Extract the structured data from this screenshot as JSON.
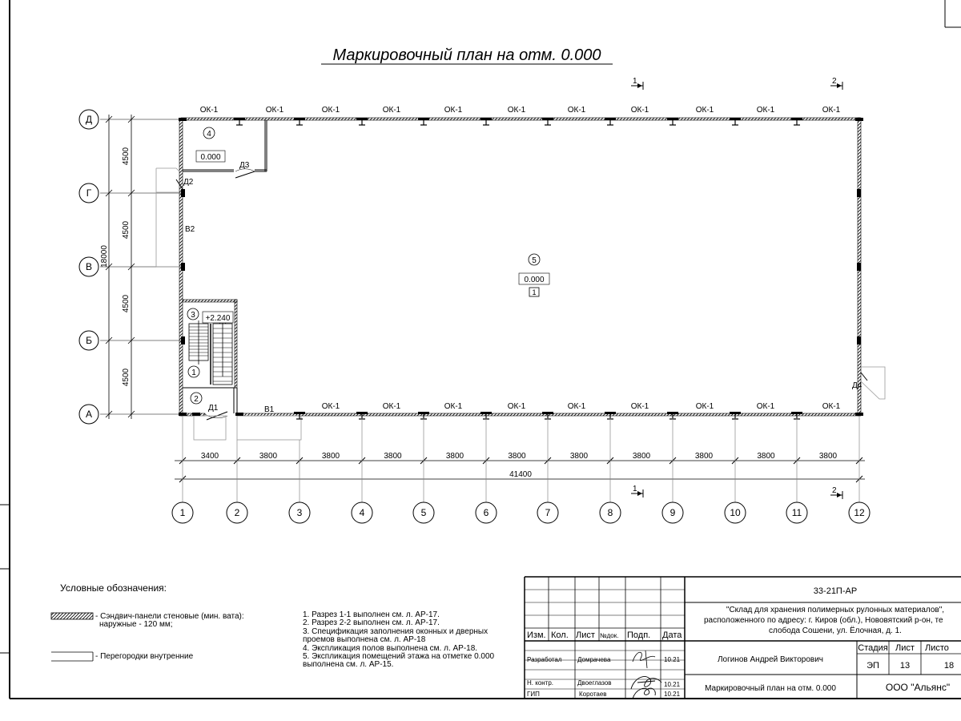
{
  "title": "Маркировочный план на отм. 0.000",
  "section_marks": {
    "cut1": "1",
    "cut2": "2"
  },
  "axes": {
    "letters": [
      "Д",
      "Г",
      "В",
      "Б",
      "А"
    ],
    "numbers": [
      "1",
      "2",
      "3",
      "4",
      "5",
      "6",
      "7",
      "8",
      "9",
      "10",
      "11",
      "12"
    ]
  },
  "dimensions": {
    "vertical": [
      "4500",
      "4500",
      "4500",
      "4500"
    ],
    "vertical_total": "18000",
    "horizontal": [
      "3400",
      "3800",
      "3800",
      "3800",
      "3800",
      "3800",
      "3800",
      "3800",
      "3800",
      "3800",
      "3800"
    ],
    "horizontal_total": "41400"
  },
  "window_mark": "ОК-1",
  "doors": {
    "d1": "Д1",
    "d2": "Д2",
    "d3": "Д3",
    "d4": "Д4"
  },
  "gates": {
    "v1": "В1",
    "v2": "В2"
  },
  "rooms": {
    "r1": "1",
    "r2": "2",
    "r3": "3",
    "r4": "4",
    "r5": "5",
    "level_r4": "0.000",
    "level_r5": "0.000",
    "level_r3": "+2.240",
    "floor_type_r5": "1"
  },
  "legend": {
    "title": "Условные обозначения:",
    "sandwich_line1": "- Сэндвич-панели стеновые (мин. вата):",
    "sandwich_line2": "наружные - 120 мм;",
    "partition": "- Перегородки внутренние"
  },
  "notes": [
    "1. Разрез 1-1 выполнен см. л. АР-17.",
    "2. Разрез 2-2 выполнен см. л. АР-17.",
    "3. Спецификация заполнения оконных и дверных проемов выполнена см. л. АР-18",
    "4. Экспликация полов выполнена см. л. АР-18.",
    "5. Экспликация помещений этажа на отметке 0.000 выполнена см. л. АР-15."
  ],
  "stamp": {
    "code": "33-21П-АР",
    "object_line1": "\"Склад для хранения полимерных рулонных материалов\",",
    "object_line2": "расположенного по адресу: г. Киров (обл.), Нововятский р-он, те",
    "object_line3": "слобода Сошени, ул. Ёлочная, д. 1.",
    "headers": {
      "izm": "Изм.",
      "kol": "Кол.",
      "list": "Лист",
      "ndoc": "№док.",
      "podp": "Подп.",
      "data": "Дата"
    },
    "roles": [
      "Разработал",
      "Н. контр.",
      "ГИП"
    ],
    "names": [
      "Домрачева",
      "Двоеглазов",
      "Коротаев"
    ],
    "dates": [
      "10.21",
      "10.21",
      "10.21"
    ],
    "author": "Логинов Андрей Викторович",
    "sheet_title": "Маркировочный план на отм. 0.000",
    "company": "ООО \"Альянс\"",
    "stage_label": "Стадия",
    "sheet_label": "Лист",
    "sheets_label": "Листо",
    "stage": "ЭП",
    "sheet": "13",
    "sheets": "18"
  }
}
